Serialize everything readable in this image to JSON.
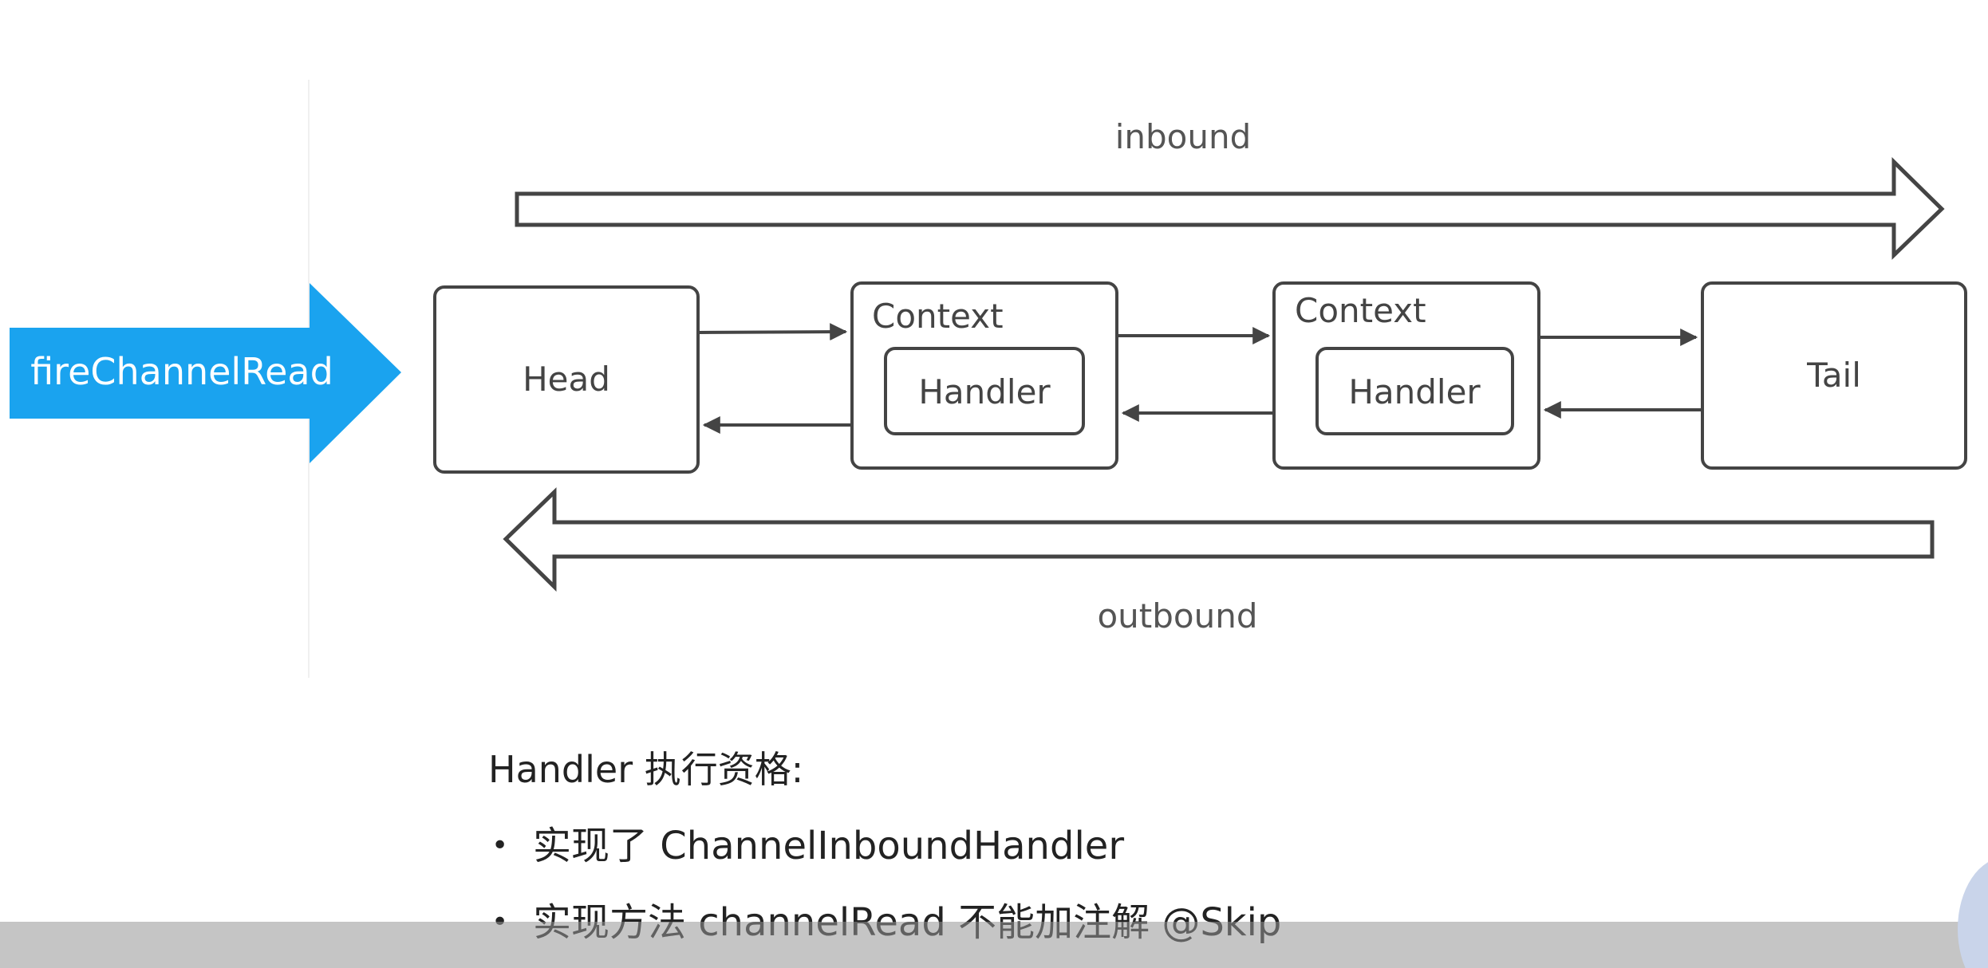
{
  "diagram": {
    "inbound_label": "inbound",
    "outbound_label": "outbound",
    "trigger_label": "fireChannelRead",
    "head_label": "Head",
    "tail_label": "Tail",
    "contexts": [
      {
        "label": "Context",
        "handler_label": "Handler"
      },
      {
        "label": "Context",
        "handler_label": "Handler"
      }
    ]
  },
  "notes": {
    "heading": "Handler 执行资格:",
    "bullets": [
      "实现了 ChannelInboundHandler",
      "实现方法 channelRead 不能加注解 @Skip"
    ]
  },
  "colors": {
    "trigger_fill": "#1aa3ef",
    "stroke": "#444444",
    "label_text": "#555555",
    "caption_text": "#222222"
  }
}
